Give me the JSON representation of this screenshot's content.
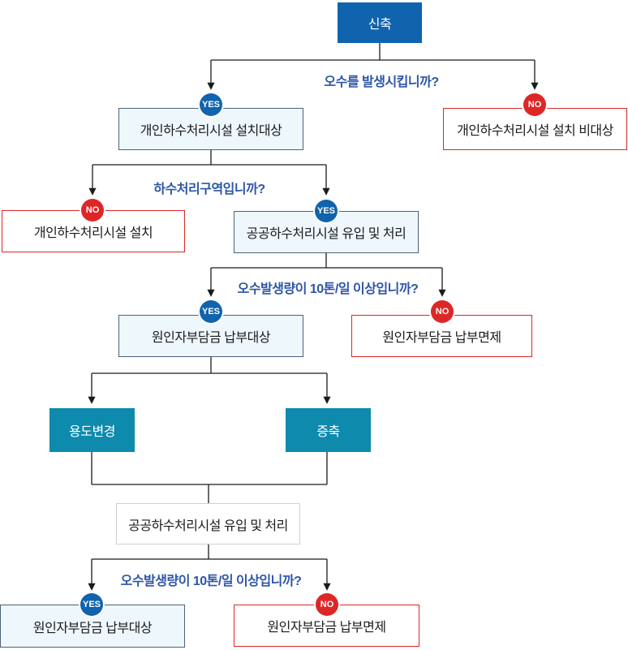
{
  "badges": {
    "yes": "YES",
    "no": "NO"
  },
  "colors": {
    "primary_blue": "#1063ad",
    "teal": "#0e8aad",
    "red": "#dd2727",
    "info_fill": "#eef7fc",
    "info_border": "#4c6179",
    "plain_border": "#cfcfcf",
    "question_text": "#2e55a7",
    "line": "#1b1b1b"
  },
  "nodes": {
    "start": "신축",
    "q_sewage": "오수를 발생시킵니까?",
    "r1_yes": "개인하수처리시설 설치대상",
    "r1_no": "개인하수처리시설 설치 비대상",
    "q_district": "하수처리구역입니까?",
    "r2_no": "개인하수처리시설 설치",
    "r2_yes": "공공하수처리시설 유입 및 처리",
    "q_volume1": "오수발생량이 10톤/일 이상입니까?",
    "r3_yes": "원인자부담금 납부대상",
    "r3_no": "원인자부담금 납부면제",
    "use_change": "용도변경",
    "extension": "증축",
    "public_treatment": "공공하수처리시설 유입 및 처리",
    "q_volume2": "오수발생량이 10톤/일 이상입니까?",
    "r4_yes": "원인자부담금 납부대상",
    "r4_no": "원인자부담금 납부면제"
  }
}
